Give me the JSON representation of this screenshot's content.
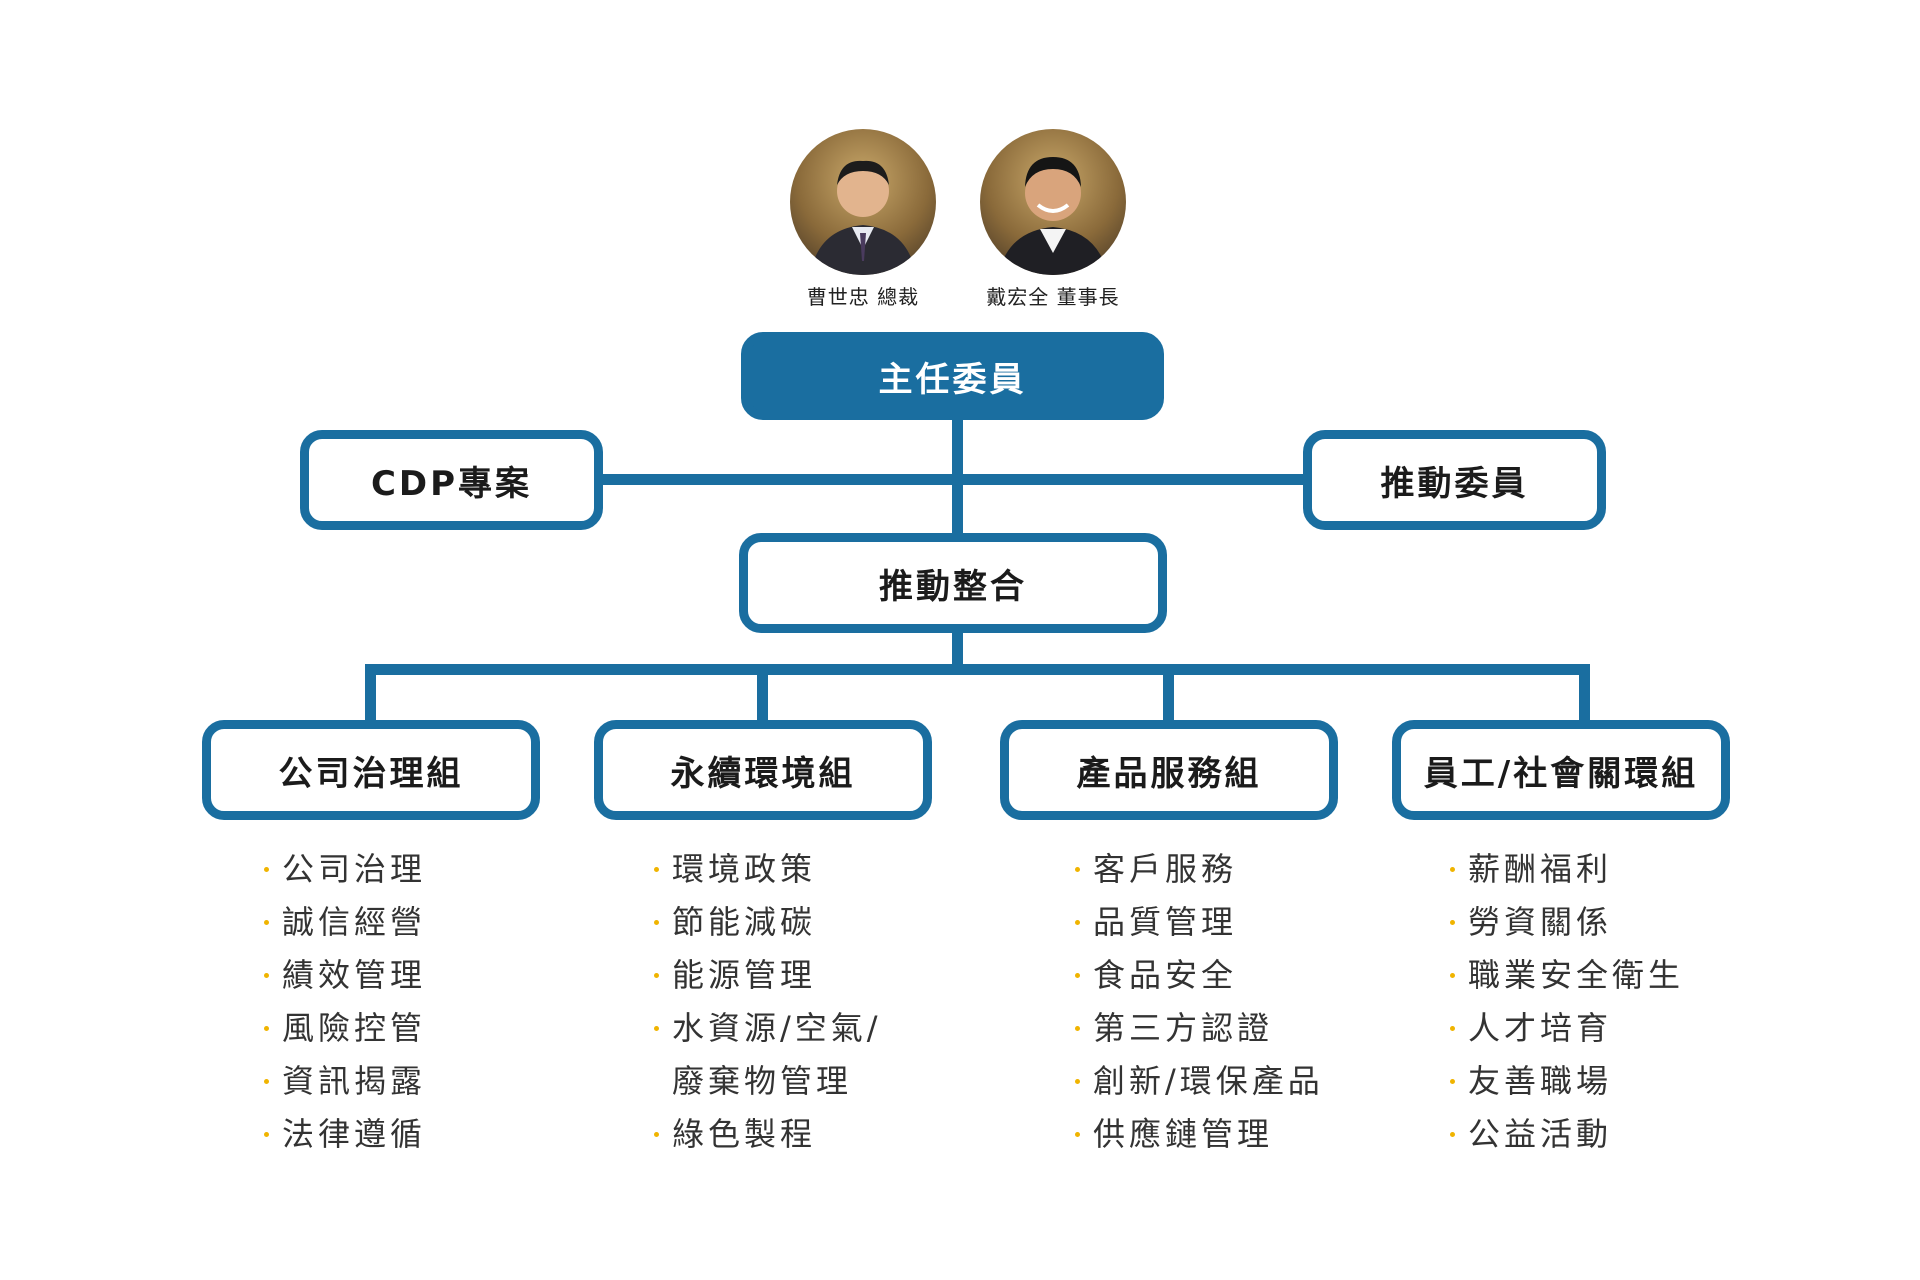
{
  "people": [
    {
      "name": "曹世忠 總裁"
    },
    {
      "name": "戴宏全 董事長"
    }
  ],
  "top": {
    "label": "主任委員"
  },
  "left": {
    "label": "CDP專案"
  },
  "right": {
    "label": "推動委員"
  },
  "middle": {
    "label": "推動整合"
  },
  "groups": [
    {
      "label": "公司治理組",
      "items": [
        "公司治理",
        "誠信經營",
        "績效管理",
        "風險控管",
        "資訊揭露",
        "法律遵循"
      ]
    },
    {
      "label": "永續環境組",
      "items": [
        "環境政策",
        "節能減碳",
        "能源管理",
        "水資源/空氣/",
        "廢棄物管理",
        "綠色製程"
      ]
    },
    {
      "label": "產品服務組",
      "items": [
        "客戶服務",
        "品質管理",
        "食品安全",
        "第三方認證",
        "創新/環保產品",
        "供應鏈管理"
      ]
    },
    {
      "label": "員工/社會關環組",
      "items": [
        "薪酬福利",
        "勞資關係",
        "職業安全衛生",
        "人才培育",
        "友善職場",
        "公益活動"
      ]
    }
  ],
  "colors": {
    "accent": "#1a6ea0",
    "bullet": "#f0b400"
  }
}
